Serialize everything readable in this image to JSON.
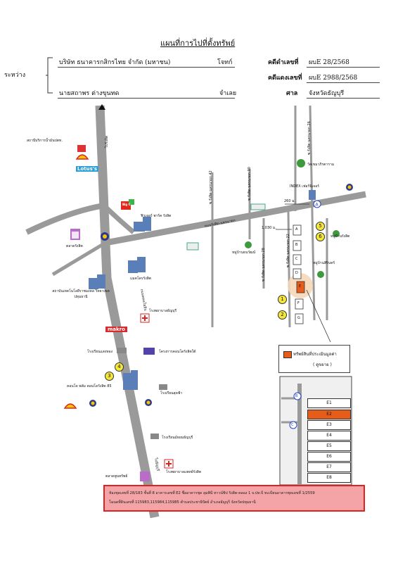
{
  "title": "แผนที่การไปที่ตั้งทรัพย์",
  "header": {
    "between_label": "ระหว่าง",
    "plaintiff": "บริษัท ธนาคารกสิกรไทย จำกัด (มหาชน)",
    "plaintiff_role": "โจทก์",
    "defendant": "นายสถาพร ต่างขุนทด",
    "defendant_role": "จำเลย",
    "black_case_label": "คดีดำเลขที่",
    "black_case_value": "ผบE 28/2568",
    "red_case_label": "คดีแดงเลขที่",
    "red_case_value": "ผบE 2988/2568",
    "court_label": "ศาล",
    "court_value": "จังหวัดธัญบุรี"
  },
  "map": {
    "main_road_north": "ไปรังสิต",
    "main_road_south": "ไปธัญบุรี",
    "main_road_mid": "ถนนพหลโยธิน",
    "cross_road": "ถนนรังสิต-นครนายก",
    "gas_station": "สถานีบริการน้ำมันปตท.",
    "lotus": "Lotus's",
    "big_c": "Big C",
    "future_park": "ฟิวเจอร์ พาร์ค รังสิต",
    "market": "ตลาดรังสิต",
    "rangsit_market": "ตลาดรังสิต",
    "mall": "แมคโครรังสิต",
    "university": "สถาบันเทคโนโลยีราชมงคล วิทยาเขตปทุมธานี",
    "hospital1": "โรงพยาบาลธัญบุรี",
    "makro": "makro",
    "school1": "โรงเรียนแสงทอง",
    "condo": "โครงการคอนโดรังสิตใต้",
    "condo_detail": "คอนโด พลัม คอนโดรังสิต 85",
    "school2": "โรงเรียนสุดฟ้า",
    "school3": "โรงเรียนมัธยมธัญบุรี",
    "hospital2": "โรงพยาบาลแพทย์รังสิต",
    "market2": "ตลาดพูนทรัพย์",
    "temple": "วัดเขมาภิรตาราม",
    "index": "INDEX เฟอร์นิเจอร์",
    "village1": "หมู่บ้านรังสิต",
    "village2": "หมู่บ้านธนวัฒน์",
    "village3": "หมู่บ้านสิรินทร์",
    "soi_left": "ซ.รังสิต-นครนายก 42",
    "soi_mid": "ซ.รังสิต-นครนายก 30",
    "soi_right": "ซ.รังสิต-นครนายก 28",
    "soi_far": "ซ.รังสิต-นครนายก 22",
    "soi_top": "ซ.รังสิต-นครนายก 26",
    "dist_a": "260 ม.",
    "dist_b": "1,030 ม.",
    "building_letters": [
      "A",
      "B",
      "C",
      "D",
      "E",
      "F",
      "G"
    ],
    "circle_a": "A",
    "markers": [
      "1",
      "2",
      "3",
      "4",
      "5",
      "6"
    ]
  },
  "legend": {
    "label": "ทรัพย์สินที่ประเมินมูลค่า",
    "sub": "( ดูขยาย )"
  },
  "detail": {
    "units": [
      "E1",
      "E2",
      "E3",
      "E4",
      "E5",
      "E6",
      "E7",
      "E8"
    ],
    "highlight_unit": "E2",
    "markers": [
      "B",
      "C"
    ]
  },
  "note": {
    "line1": "ห้องชุดเลขที่ 28/183 ชั้นที่ 8 อาคารเลขที่ E2 ชื่ออาคารชุด ลุมพินี ทาวน์ชิป รังสิต-คลอง 1 จ.ปท.บี ทะเบียนอาคารชุดเลขที่ 1/2559",
    "line2": "โฉนดที่ดินเลขที่ 115983,115984,115985  ตำบลประชาธิปัตย์  อำเภอธัญบุรี  จังหวัดปทุมธานี"
  },
  "colors": {
    "road": "#9a9a9a",
    "property": "#e85c1a",
    "highlight_circle": "#f6d7b8",
    "note_bg": "#f4a3a6",
    "note_border": "#dd2222"
  }
}
